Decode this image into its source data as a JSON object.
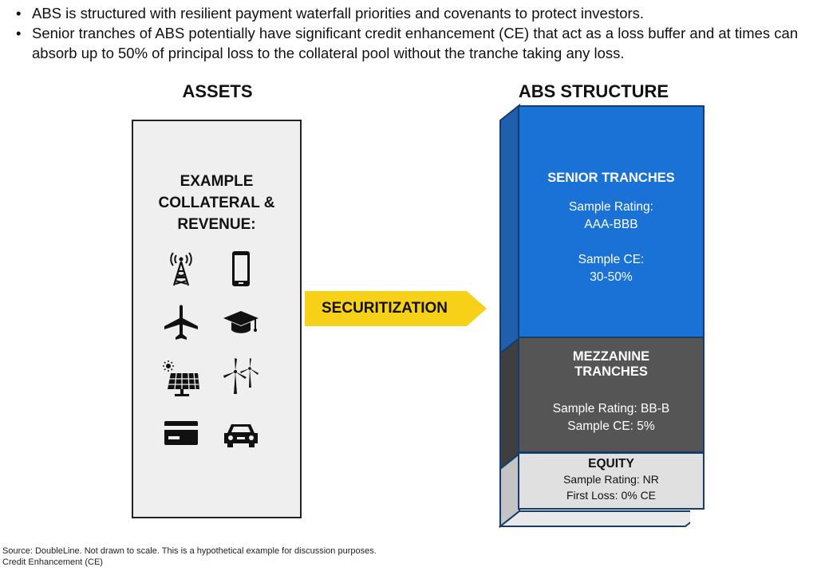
{
  "bullets": [
    "ABS is structured with resilient payment waterfall priorities and covenants to protect investors.",
    "Senior tranches of ABS potentially have significant credit enhancement (CE) that act as a loss buffer and at times can absorb up to 50% of principal loss to the collateral pool without the tranche taking any loss."
  ],
  "assets": {
    "heading": "ASSETS",
    "box_title": [
      "EXAMPLE",
      "COLLATERAL &",
      "REVENUE:"
    ],
    "icons": [
      "cell-tower-icon",
      "mobile-phone-icon",
      "airplane-icon",
      "graduation-cap-icon",
      "solar-panel-icon",
      "wind-turbine-icon",
      "credit-card-icon",
      "car-icon"
    ]
  },
  "arrow": {
    "label": "SECURITIZATION",
    "color": "#f7d117"
  },
  "abs": {
    "heading": "ABS STRUCTURE",
    "senior": {
      "title": "SENIOR TRANCHES",
      "rating_label": "Sample Rating:",
      "rating": "AAA-BBB",
      "ce_label": "Sample CE:",
      "ce": "30-50%",
      "color": "#1a72d6"
    },
    "mezzanine": {
      "title_line1": "MEZZANINE",
      "title_line2": "TRANCHES",
      "rating": "Sample Rating: BB-B",
      "ce": "Sample CE: 5%",
      "color": "#555555"
    },
    "equity": {
      "title": "EQUITY",
      "rating": "Sample Rating: NR",
      "ce": "First Loss: 0% CE",
      "color": "#e0e0e0"
    }
  },
  "footer": {
    "line1": "Source: DoubleLine. Not drawn to scale. This is a hypothetical example for discussion purposes.",
    "line2": "Credit Enhancement (CE)"
  }
}
